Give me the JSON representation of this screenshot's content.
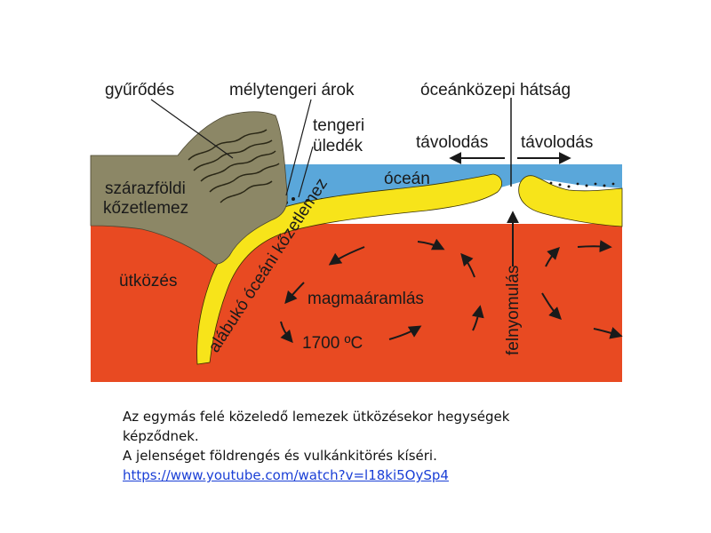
{
  "labels": {
    "folding": "gyűrődés",
    "trench": "mélytengeri árok",
    "ridge": "óceánközepi hátság",
    "sediment_1": "tengeri",
    "sediment_2": "üledék",
    "divergence_left": "távolodás",
    "divergence_right": "távolodás",
    "ocean": "óceán",
    "continental_1": "szárazföldi",
    "continental_2": "kőzetlemez",
    "subducting_oceanic_plate": "alábukó óceáni kőzetlemez",
    "collision": "ütközés",
    "magma_flow": "magmaáramlás",
    "temperature": "1700 ºC",
    "upwelling": "felnyomulás"
  },
  "colors": {
    "mantle": "#e84a22",
    "ocean": "#5aa7da",
    "oceanic_plate": "#f7e41a",
    "continental_plate": "#8c8766",
    "sediment": "#1a1a1a"
  },
  "caption": {
    "line1": "Az egymás felé közeledő lemezek ütközésekor hegységek",
    "line2": "képződnek.",
    "line3": "A jelenséget földrengés és vulkánkitörés kíséri.",
    "link": "https://www.youtube.com/watch?v=l18ki5OySp4"
  }
}
